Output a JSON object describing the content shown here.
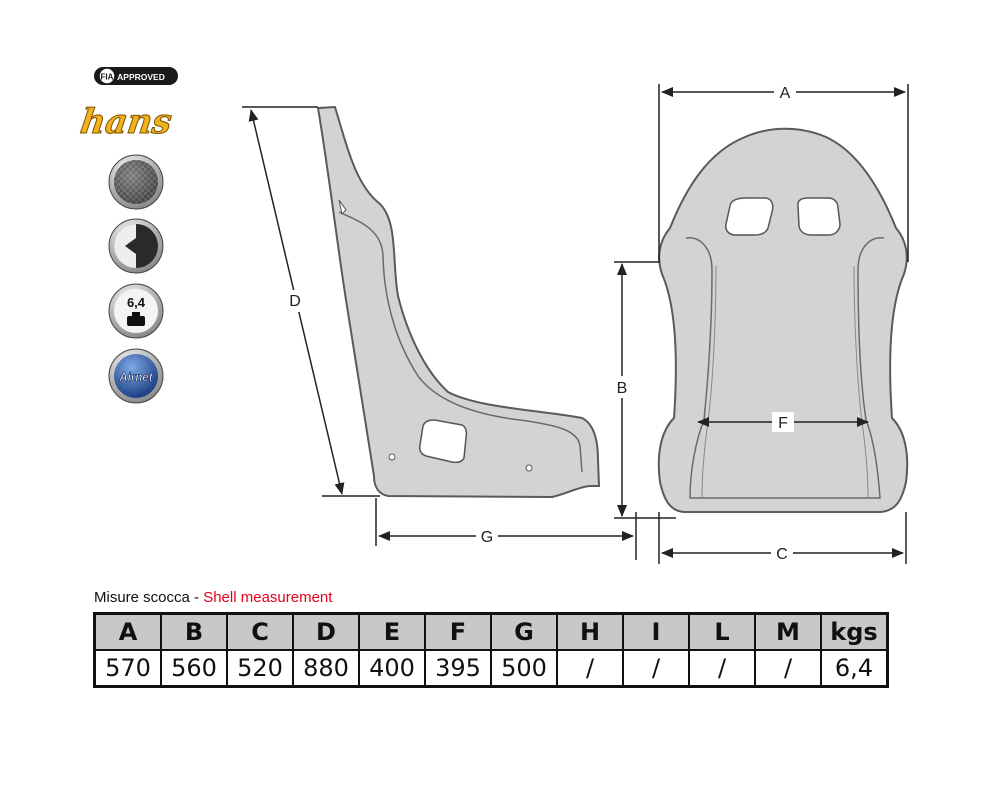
{
  "badges": {
    "fia": "FIA",
    "fia_approved": "APPROVED",
    "hans": "hans",
    "weight": "6,4",
    "airnet": "Airnet"
  },
  "dimensions": {
    "A": "A",
    "B": "B",
    "C": "C",
    "D": "D",
    "F": "F",
    "G": "G"
  },
  "caption": {
    "it": "Misure scocca - ",
    "en": "Shell measurement"
  },
  "table": {
    "headers": [
      "A",
      "B",
      "C",
      "D",
      "E",
      "F",
      "G",
      "H",
      "I",
      "L",
      "M",
      "kgs"
    ],
    "values": [
      "570",
      "560",
      "520",
      "880",
      "400",
      "395",
      "500",
      "/",
      "/",
      "/",
      "/",
      "6,4"
    ]
  },
  "colors": {
    "shell_fill": "#d3d3d3",
    "shell_stroke": "#555555",
    "header_bg": "#c8c8c8",
    "accent_red": "#e2001a",
    "hans_yellow": "#f2b21a",
    "airnet_blue": "#2f5fae"
  }
}
